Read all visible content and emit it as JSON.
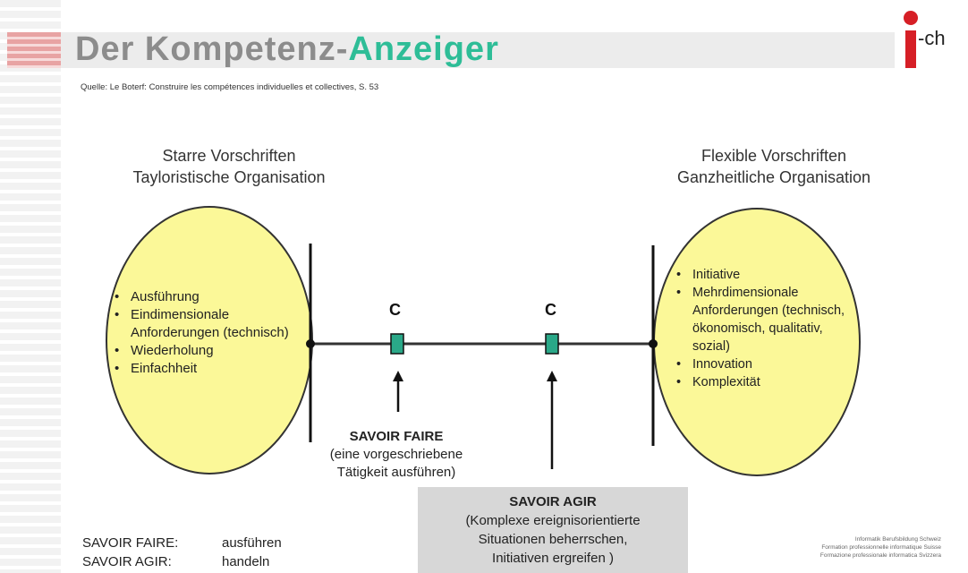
{
  "title": {
    "part1": "Der Kompetenz-",
    "part2": "Anzeiger"
  },
  "logo": {
    "text": "-ch"
  },
  "source": "Quelle: Le Boterf: Construire les compétences individuelles et collectives, S. 53",
  "left": {
    "heading_line1": "Starre Vorschriften",
    "heading_line2": "Tayloristische Organisation",
    "items": [
      "Ausführung",
      "Eindimensionale Anforderungen (technisch)",
      "Wiederholung",
      "Einfachheit"
    ]
  },
  "right": {
    "heading_line1": "Flexible Vorschriften",
    "heading_line2": "Ganzheitliche Organisation",
    "items": [
      "Initiative",
      "Mehrdimensionale Anforderungen (technisch, ökonomisch, qualitativ, sozial)",
      "Innovation",
      "Komplexität"
    ]
  },
  "markers": {
    "c1": "C",
    "c2": "C"
  },
  "savoir_faire": {
    "title": "SAVOIR FAIRE",
    "line1": "(eine vorgeschriebene",
    "line2": "Tätigkeit ausführen)"
  },
  "savoir_agir": {
    "title": "SAVOIR AGIR",
    "line1": "(Komplexe ereignisorientierte",
    "line2": "Situationen beherrschen,",
    "line3": "Initiativen ergreifen )"
  },
  "definitions": [
    {
      "term": "SAVOIR FAIRE:",
      "meaning": "ausführen"
    },
    {
      "term": "SAVOIR AGIR:",
      "meaning": "handeln"
    }
  ],
  "footer": {
    "line1": "Informatik Berufsbildung Schweiz",
    "line2": "Formation professionnelle informatique Suisse",
    "line3": "Formazione professionale informatica Svizzera"
  },
  "colors": {
    "accent_green": "#2ebd97",
    "logo_red": "#d61f26",
    "ellipse_fill": "#fbf898",
    "marker_fill": "#2aa888"
  }
}
